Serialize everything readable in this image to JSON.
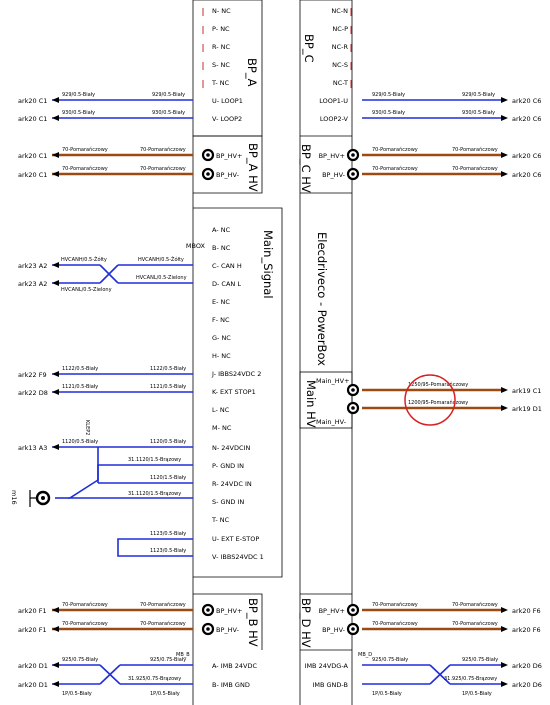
{
  "colors": {
    "blue": "#1f2fd8",
    "brown": "#9c4a12",
    "highlight": "#d92020",
    "frame": "#000000"
  },
  "boxes": {
    "bp_a": "BP_A",
    "bp_c": "BP_C",
    "bp_a_hv": "BP_A HV",
    "bp_c_hv": "BP_C HV",
    "main_signal": "Main_Signal",
    "main_hv": "Main HV",
    "powerbox": "Elecdriveco - PowerBox",
    "bp_b_hv": "BP_B HV",
    "bp_d_hv": "BP_D HV"
  },
  "bp_a_pins": [
    "N- NC",
    "P- NC",
    "R- NC",
    "S- NC",
    "T- NC",
    "U- LOOP1",
    "V- LOOP2"
  ],
  "bp_c_pins": [
    "NC-N",
    "NC-P",
    "NC-R",
    "NC-S",
    "NC-T",
    "LOOP1-U",
    "LOOP2-V"
  ],
  "main_signal_pins": [
    "A- NC",
    "B- NC",
    "C- CAN H",
    "D- CAN L",
    "E- NC",
    "F- NC",
    "G- NC",
    "H- NC",
    "J- IBBS24VDC 2",
    "K- EXT STOP1",
    "L- NC",
    "M- NC",
    "N- 24VDCIN",
    "P- GND IN",
    "R- 24VDC IN",
    "S- GND IN",
    "T- NC",
    "U- EXT E-STOP",
    "V- IBBS24VDC 1"
  ],
  "hv_pins": {
    "bp_a": [
      "BP_HV+",
      "BP_HV-"
    ],
    "bp_c": [
      "BP_HV+",
      "BP_HV-"
    ],
    "main_plus": "Main_HV+",
    "main_minus": "Main_HV-",
    "bp_b": [
      "BP_HV+",
      "BP_HV-"
    ],
    "bp_d": [
      "BP_HV+",
      "BP_HV-"
    ],
    "bp_b_sig": [
      "A- IMB 24VDC",
      "B- IMB GND"
    ],
    "bp_d_sig": [
      "IMB 24VDG-A",
      "IMB GND-B"
    ]
  },
  "labels": {
    "mbox": "MBOX",
    "mb_left": "MB_B",
    "mb_right": "MB_D",
    "ground": "m16",
    "kabel": "KLEP2"
  },
  "refs": {
    "left": [
      "ark20 C1",
      "ark20 C1",
      "ark20 C1",
      "ark20 C1",
      "ark23 A2",
      "ark23 A2",
      "ark22 F9",
      "ark22 D8",
      "ark13 A3",
      "ark20 F1",
      "ark20 F1",
      "ark20 D1",
      "ark20 D1"
    ],
    "right": [
      "ark20 C6",
      "ark20 C6",
      "ark20 C6",
      "ark20 C6",
      "ark19 C1",
      "ark19 D1",
      "ark20 F6",
      "ark20 F6",
      "ark20 D6",
      "ark20 D6"
    ]
  },
  "wire_labels": {
    "loop1_l": "929/0.5-Biały",
    "loop1_r": "929/0.5-Biały",
    "loop2_l": "930/0.5-Biały",
    "loop2_r": "930/0.5-Biały",
    "hv_a": "70-Pomarańczowy",
    "hvcanh_l": "HVCANH/0.5-Żółty",
    "hvcanl_l": "HVCANL/0.5-Zielony",
    "hvcanh_r": "HVCANH/0.5-Żółty",
    "hvcanl_r": "HVCANL/0.5-Zielony",
    "j_l": "1122/0.5-Biały",
    "j_r": "1122/0.5-Biały",
    "k_l": "1121/0.5-Biały",
    "k_r": "1121/0.5-Biały",
    "n_l": "1120/0.5-Biały",
    "n_r": "1120/0.5-Biały",
    "p_r": "31.1120/1.5-Brązowy",
    "r_r": "1120/1.5-Biały",
    "s_r": "31.1120/1.5-Brązowy",
    "u_r": "1123/0.5-Biały",
    "v_r": "1123/0.5-Biały",
    "main_plus": "1250/95-Pomarańczowy",
    "main_minus": "1200/95-Pomarańczowy",
    "imb_a_l": "925/0.75-Biały",
    "imb_a_r": "925/0.75-Biały",
    "imb_b_r": "31.925/0.75-Brązowy",
    "imb_b_l": "1P/0.5-Biały",
    "imb_b_bot": "1P/0.5-Biały",
    "imb_d_l": "925/0.75-Biały",
    "imb_d_r": "925/0.75-Biały",
    "imb_d_b": "31.925/0.75-Brązowy",
    "imb_d_bot_l": "1P/0.5-Biały",
    "imb_d_bot_r": "1P/0.5-Biały"
  }
}
